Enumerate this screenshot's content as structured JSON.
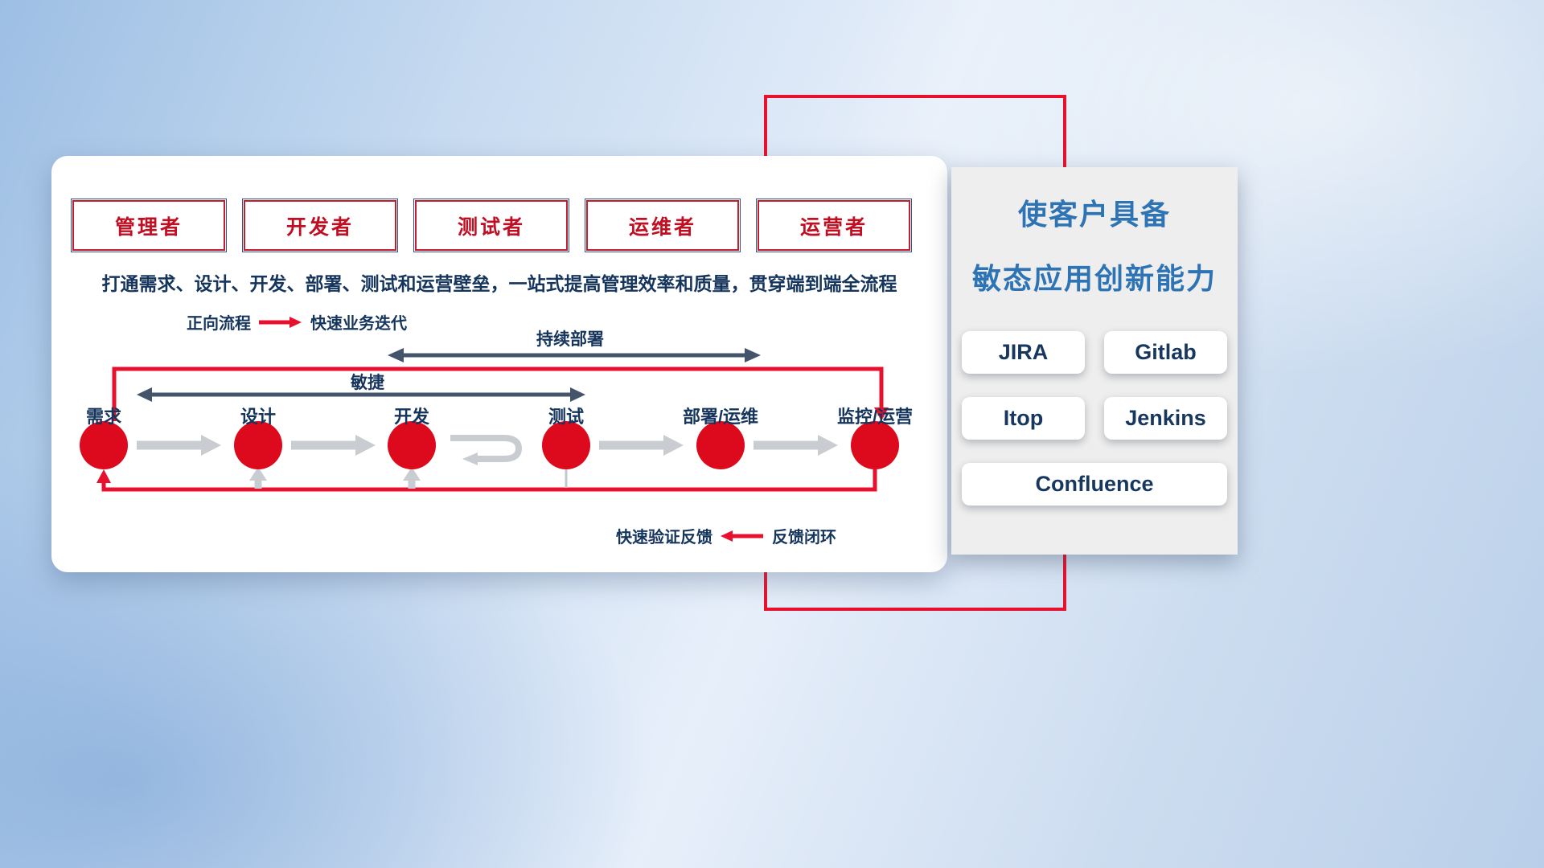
{
  "colors": {
    "red": "#e8112d",
    "navy": "#16355c",
    "slate_arrow": "#44546a",
    "gray_arrow": "#c9cdd2",
    "blue_title": "#2e74b5"
  },
  "roles": [
    {
      "label": "管理者"
    },
    {
      "label": "开发者"
    },
    {
      "label": "测试者"
    },
    {
      "label": "运维者"
    },
    {
      "label": "运营者"
    }
  ],
  "subtitle": "打通需求、设计、开发、部署、测试和运营壁垒，一站式提高管理效率和质量，贯穿端到端全流程",
  "legend_forward": {
    "label": "正向流程",
    "value": "快速业务迭代"
  },
  "flow": {
    "deploy_label": "持续部署",
    "agile_label": "敏捷",
    "stages": [
      {
        "label": "需求"
      },
      {
        "label": "设计"
      },
      {
        "label": "开发"
      },
      {
        "label": "测试"
      },
      {
        "label": "部署/运维"
      },
      {
        "label": "监控/运营"
      }
    ]
  },
  "legend_feedback": {
    "label": "快速验证反馈",
    "value": "反馈闭环"
  },
  "right_panel": {
    "title_line1": "使客户具备",
    "title_line2": "敏态应用创新能力",
    "tools": [
      {
        "label": "JIRA"
      },
      {
        "label": "Gitlab"
      },
      {
        "label": "Itop"
      },
      {
        "label": "Jenkins"
      },
      {
        "label": "Confluence"
      }
    ]
  }
}
